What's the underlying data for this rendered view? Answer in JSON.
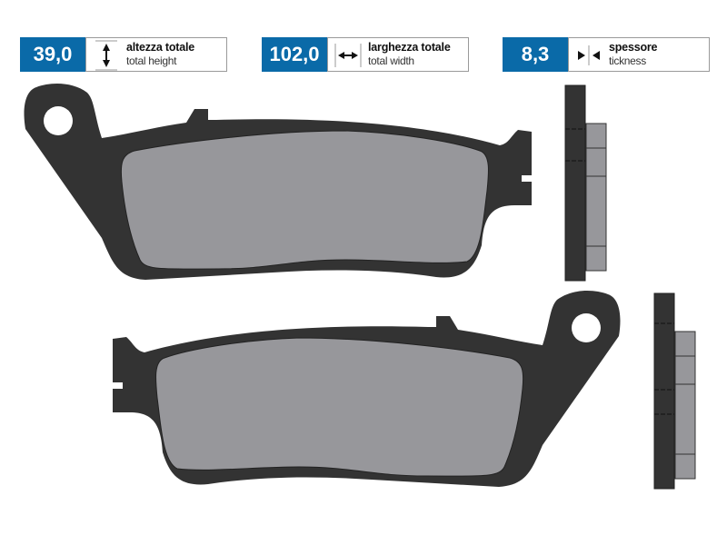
{
  "specs": [
    {
      "value": "39,0",
      "label_it": "altezza totale",
      "label_en": "total height",
      "icon": "vertical-double-arrow-icon"
    },
    {
      "value": "102,0",
      "label_it": "larghezza totale",
      "label_en": "total width",
      "icon": "horizontal-double-arrow-icon"
    },
    {
      "value": "8,3",
      "label_it": "spessore",
      "label_en": "tickness",
      "icon": "thickness-arrows-icon"
    }
  ],
  "colors": {
    "accent_blue": "#0a6aa8",
    "backing_plate": "#333333",
    "friction_material": "#97979b",
    "background": "#ffffff"
  },
  "drawing": {
    "items": [
      "brake-pad-front-view-top",
      "brake-pad-side-view-top",
      "brake-pad-front-view-bottom",
      "brake-pad-side-view-bottom"
    ]
  }
}
